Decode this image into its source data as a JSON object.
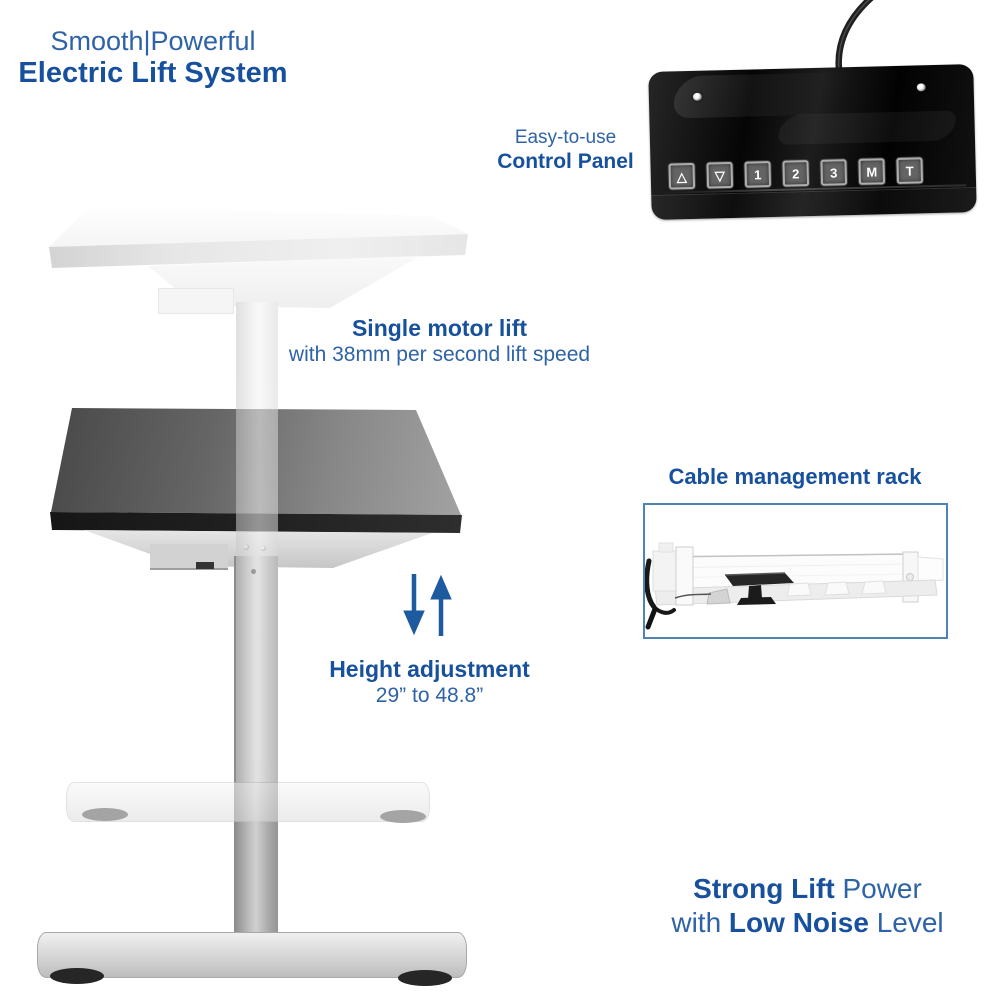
{
  "header": {
    "tagline": "Smooth|Powerful",
    "title": "Electric Lift System"
  },
  "control_panel": {
    "caption_line1": "Easy-to-use",
    "caption_line2": "Control Panel",
    "buttons": [
      {
        "label": "△"
      },
      {
        "label": "▽"
      },
      {
        "label": "1"
      },
      {
        "label": "2"
      },
      {
        "label": "3"
      },
      {
        "label": "M"
      },
      {
        "label": "T"
      }
    ]
  },
  "features": {
    "motor": {
      "title": "Single motor lift",
      "subtitle": "with 38mm per second lift speed"
    },
    "height": {
      "title": "Height adjustment",
      "range": "29” to 48.8”"
    },
    "cable_rack": {
      "title": "Cable management rack"
    },
    "power": {
      "bold1": "Strong Lift",
      "text1": " Power",
      "text2a": "with ",
      "bold2": "Low Noise",
      "text2b": " Level"
    }
  },
  "colors": {
    "brand_blue_bold": "#17509c",
    "brand_blue_regular": "#2e63a7",
    "rack_box_border": "#4e83b4",
    "arrow_blue": "#1d5a9e",
    "panel_black": "#0a0a0a"
  }
}
